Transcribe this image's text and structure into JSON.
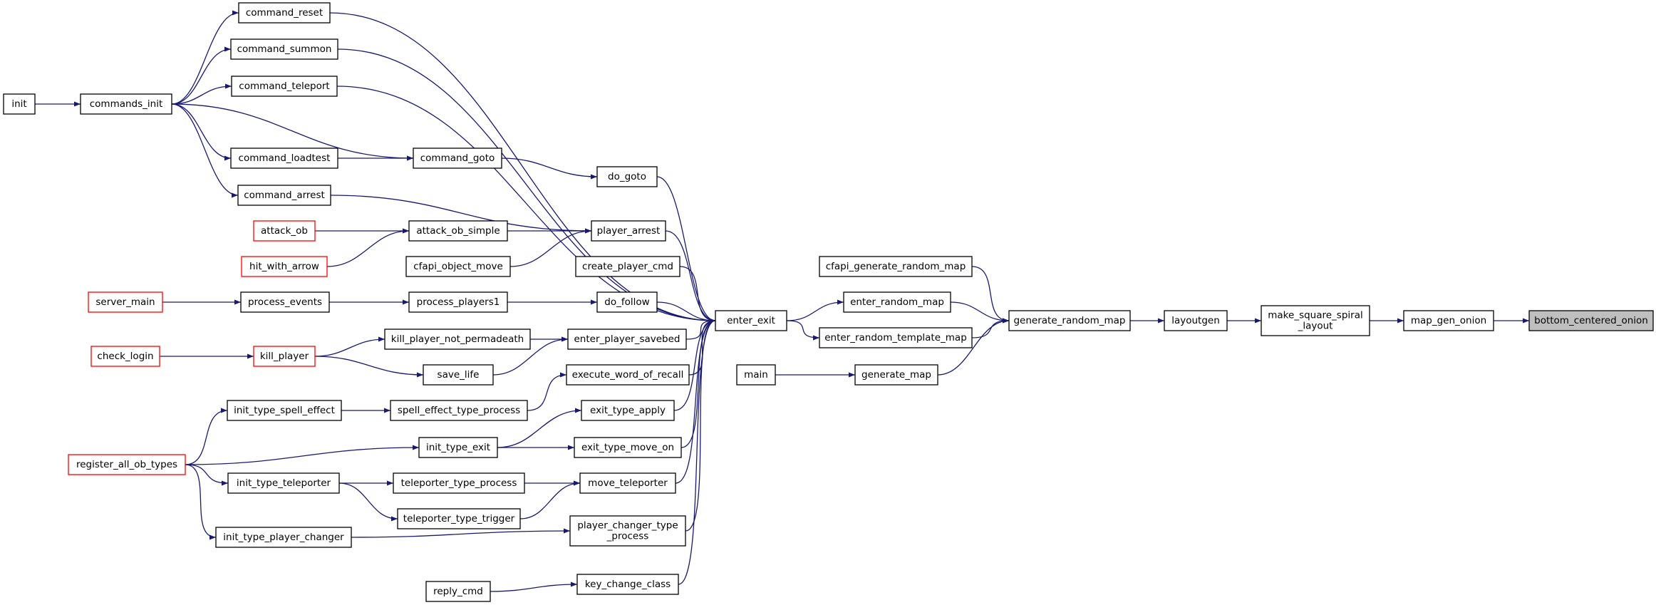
{
  "colors": {
    "edge": "#191970",
    "node_border": "#000000",
    "highlight_border": "#ff0000",
    "focus_fill": "#bfbfbf",
    "node_fill": "#ffffff"
  },
  "nodes": [
    {
      "id": "bottom_centered_onion",
      "lines": [
        "bottom_centered_onion"
      ],
      "style": "focus"
    },
    {
      "id": "map_gen_onion",
      "lines": [
        "map_gen_onion"
      ]
    },
    {
      "id": "make_square_spiral_layout",
      "lines": [
        "make_square_spiral",
        "_layout"
      ]
    },
    {
      "id": "layoutgen",
      "lines": [
        "layoutgen"
      ]
    },
    {
      "id": "generate_random_map",
      "lines": [
        "generate_random_map"
      ]
    },
    {
      "id": "cfapi_generate_random_map",
      "lines": [
        "cfapi_generate_random_map"
      ]
    },
    {
      "id": "enter_random_map",
      "lines": [
        "enter_random_map"
      ]
    },
    {
      "id": "enter_random_template_map",
      "lines": [
        "enter_random_template_map"
      ]
    },
    {
      "id": "generate_map",
      "lines": [
        "generate_map"
      ]
    },
    {
      "id": "main",
      "lines": [
        "main"
      ]
    },
    {
      "id": "enter_exit",
      "lines": [
        "enter_exit"
      ]
    },
    {
      "id": "command_reset",
      "lines": [
        "command_reset"
      ]
    },
    {
      "id": "command_summon",
      "lines": [
        "command_summon"
      ]
    },
    {
      "id": "command_teleport",
      "lines": [
        "command_teleport"
      ]
    },
    {
      "id": "commands_init",
      "lines": [
        "commands_init"
      ]
    },
    {
      "id": "init",
      "lines": [
        "init"
      ]
    },
    {
      "id": "command_loadtest",
      "lines": [
        "command_loadtest"
      ]
    },
    {
      "id": "command_goto",
      "lines": [
        "command_goto"
      ]
    },
    {
      "id": "do_goto",
      "lines": [
        "do_goto"
      ]
    },
    {
      "id": "command_arrest",
      "lines": [
        "command_arrest"
      ]
    },
    {
      "id": "player_arrest",
      "lines": [
        "player_arrest"
      ]
    },
    {
      "id": "attack_ob",
      "lines": [
        "attack_ob"
      ],
      "style": "red"
    },
    {
      "id": "attack_ob_simple",
      "lines": [
        "attack_ob_simple"
      ]
    },
    {
      "id": "hit_with_arrow",
      "lines": [
        "hit_with_arrow"
      ],
      "style": "red"
    },
    {
      "id": "cfapi_object_move",
      "lines": [
        "cfapi_object_move"
      ]
    },
    {
      "id": "create_player_cmd",
      "lines": [
        "create_player_cmd"
      ]
    },
    {
      "id": "server_main",
      "lines": [
        "server_main"
      ],
      "style": "red"
    },
    {
      "id": "process_events",
      "lines": [
        "process_events"
      ]
    },
    {
      "id": "process_players1",
      "lines": [
        "process_players1"
      ]
    },
    {
      "id": "do_follow",
      "lines": [
        "do_follow"
      ]
    },
    {
      "id": "check_login",
      "lines": [
        "check_login"
      ],
      "style": "red"
    },
    {
      "id": "kill_player",
      "lines": [
        "kill_player"
      ],
      "style": "red"
    },
    {
      "id": "kill_player_not_permadeath",
      "lines": [
        "kill_player_not_permadeath"
      ]
    },
    {
      "id": "enter_player_savebed",
      "lines": [
        "enter_player_savebed"
      ]
    },
    {
      "id": "save_life",
      "lines": [
        "save_life"
      ]
    },
    {
      "id": "execute_word_of_recall",
      "lines": [
        "execute_word_of_recall"
      ]
    },
    {
      "id": "init_type_spell_effect",
      "lines": [
        "init_type_spell_effect"
      ]
    },
    {
      "id": "spell_effect_type_process",
      "lines": [
        "spell_effect_type_process"
      ]
    },
    {
      "id": "exit_type_apply",
      "lines": [
        "exit_type_apply"
      ]
    },
    {
      "id": "register_all_ob_types",
      "lines": [
        "register_all_ob_types"
      ],
      "style": "red"
    },
    {
      "id": "init_type_exit",
      "lines": [
        "init_type_exit"
      ]
    },
    {
      "id": "exit_type_move_on",
      "lines": [
        "exit_type_move_on"
      ]
    },
    {
      "id": "init_type_teleporter",
      "lines": [
        "init_type_teleporter"
      ]
    },
    {
      "id": "teleporter_type_process",
      "lines": [
        "teleporter_type_process"
      ]
    },
    {
      "id": "move_teleporter",
      "lines": [
        "move_teleporter"
      ]
    },
    {
      "id": "teleporter_type_trigger",
      "lines": [
        "teleporter_type_trigger"
      ]
    },
    {
      "id": "init_type_player_changer",
      "lines": [
        "init_type_player_changer"
      ]
    },
    {
      "id": "player_changer_type_process",
      "lines": [
        "player_changer_type",
        "_process"
      ]
    },
    {
      "id": "reply_cmd",
      "lines": [
        "reply_cmd"
      ]
    },
    {
      "id": "key_change_class",
      "lines": [
        "key_change_class"
      ]
    }
  ],
  "edges": [
    {
      "from": "map_gen_onion",
      "to": "bottom_centered_onion"
    },
    {
      "from": "make_square_spiral_layout",
      "to": "map_gen_onion"
    },
    {
      "from": "layoutgen",
      "to": "make_square_spiral_layout"
    },
    {
      "from": "generate_random_map",
      "to": "layoutgen"
    },
    {
      "from": "cfapi_generate_random_map",
      "to": "generate_random_map"
    },
    {
      "from": "enter_random_map",
      "to": "generate_random_map"
    },
    {
      "from": "enter_random_template_map",
      "to": "generate_random_map"
    },
    {
      "from": "generate_map",
      "to": "generate_random_map"
    },
    {
      "from": "main",
      "to": "generate_map"
    },
    {
      "from": "enter_exit",
      "to": "enter_random_map"
    },
    {
      "from": "enter_exit",
      "to": "enter_random_template_map"
    },
    {
      "from": "command_reset",
      "to": "enter_exit"
    },
    {
      "from": "command_summon",
      "to": "enter_exit"
    },
    {
      "from": "command_teleport",
      "to": "enter_exit"
    },
    {
      "from": "do_goto",
      "to": "enter_exit"
    },
    {
      "from": "player_arrest",
      "to": "enter_exit"
    },
    {
      "from": "create_player_cmd",
      "to": "enter_exit"
    },
    {
      "from": "do_follow",
      "to": "enter_exit"
    },
    {
      "from": "enter_player_savebed",
      "to": "enter_exit"
    },
    {
      "from": "execute_word_of_recall",
      "to": "enter_exit"
    },
    {
      "from": "exit_type_apply",
      "to": "enter_exit"
    },
    {
      "from": "exit_type_move_on",
      "to": "enter_exit"
    },
    {
      "from": "move_teleporter",
      "to": "enter_exit"
    },
    {
      "from": "player_changer_type_process",
      "to": "enter_exit"
    },
    {
      "from": "key_change_class",
      "to": "enter_exit"
    },
    {
      "from": "commands_init",
      "to": "command_reset"
    },
    {
      "from": "commands_init",
      "to": "command_summon"
    },
    {
      "from": "commands_init",
      "to": "command_teleport"
    },
    {
      "from": "commands_init",
      "to": "command_loadtest"
    },
    {
      "from": "commands_init",
      "to": "command_goto"
    },
    {
      "from": "commands_init",
      "to": "command_arrest"
    },
    {
      "from": "init",
      "to": "commands_init"
    },
    {
      "from": "command_loadtest",
      "to": "command_goto"
    },
    {
      "from": "command_goto",
      "to": "do_goto"
    },
    {
      "from": "command_arrest",
      "to": "player_arrest"
    },
    {
      "from": "attack_ob_simple",
      "to": "player_arrest"
    },
    {
      "from": "cfapi_object_move",
      "to": "player_arrest"
    },
    {
      "from": "attack_ob",
      "to": "attack_ob_simple"
    },
    {
      "from": "hit_with_arrow",
      "to": "attack_ob_simple"
    },
    {
      "from": "server_main",
      "to": "process_events"
    },
    {
      "from": "process_events",
      "to": "process_players1"
    },
    {
      "from": "process_players1",
      "to": "do_follow"
    },
    {
      "from": "check_login",
      "to": "kill_player"
    },
    {
      "from": "kill_player",
      "to": "kill_player_not_permadeath"
    },
    {
      "from": "kill_player",
      "to": "save_life"
    },
    {
      "from": "kill_player_not_permadeath",
      "to": "enter_player_savebed"
    },
    {
      "from": "save_life",
      "to": "enter_player_savebed"
    },
    {
      "from": "spell_effect_type_process",
      "to": "execute_word_of_recall"
    },
    {
      "from": "init_type_spell_effect",
      "to": "spell_effect_type_process"
    },
    {
      "from": "register_all_ob_types",
      "to": "init_type_spell_effect"
    },
    {
      "from": "register_all_ob_types",
      "to": "init_type_exit"
    },
    {
      "from": "register_all_ob_types",
      "to": "init_type_teleporter"
    },
    {
      "from": "register_all_ob_types",
      "to": "init_type_player_changer"
    },
    {
      "from": "init_type_exit",
      "to": "exit_type_apply"
    },
    {
      "from": "init_type_exit",
      "to": "exit_type_move_on"
    },
    {
      "from": "init_type_teleporter",
      "to": "teleporter_type_process"
    },
    {
      "from": "init_type_teleporter",
      "to": "teleporter_type_trigger"
    },
    {
      "from": "teleporter_type_process",
      "to": "move_teleporter"
    },
    {
      "from": "teleporter_type_trigger",
      "to": "move_teleporter"
    },
    {
      "from": "init_type_player_changer",
      "to": "player_changer_type_process"
    },
    {
      "from": "reply_cmd",
      "to": "key_change_class"
    }
  ]
}
